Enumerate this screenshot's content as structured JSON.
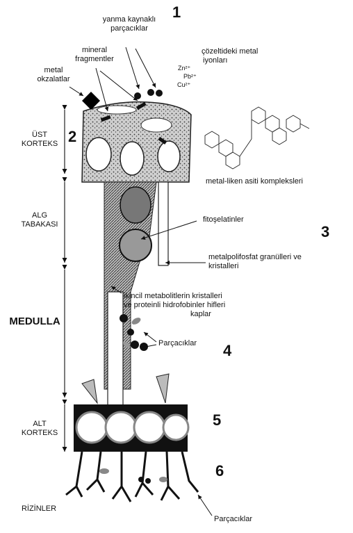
{
  "markers": {
    "m1": "1",
    "m2": "2",
    "m3": "3",
    "m4": "4",
    "m5": "5",
    "m6": "6"
  },
  "layers": {
    "ust_line1": "ÜST",
    "ust_line2": "KORTEKS",
    "alg_line1": "ALG",
    "alg_line2": "TABAKASI",
    "medulla": "MEDULLA",
    "alt_line1": "ALT",
    "alt_line2": "KORTEKS",
    "rizinler": "RİZİNLER"
  },
  "labels": {
    "yanma_line1": "yanma kaynaklı",
    "yanma_line2": "parçacıklar",
    "mineral_line1": "mineral",
    "mineral_line2": "fragmentler",
    "metal_line1": "metal",
    "metal_line2": "okzalatlar",
    "cozelti_line1": "çözeltideki metal",
    "cozelti_line2": "iyonları",
    "ion_zn": "Zn²⁺",
    "ion_pb": "Pb²⁺",
    "ion_cu": "Cu²⁺",
    "liken_asit": "metal-liken asiti kompleksleri",
    "fitoselatin": "fitoşelatinler",
    "polifosfat_line1": "metalpolifosfat granülleri ve",
    "polifosfat_line2": "kristalleri",
    "ikincil_line1": "ikincil metabolitlerin kristalleri",
    "ikincil_line2": "ve proteinli hidrofobinler hifleri",
    "ikincil_line3": "kaplar",
    "parcaciklar_mid": "Parçacıklar",
    "parcaciklar_bottom": "Parçacıklar"
  }
}
